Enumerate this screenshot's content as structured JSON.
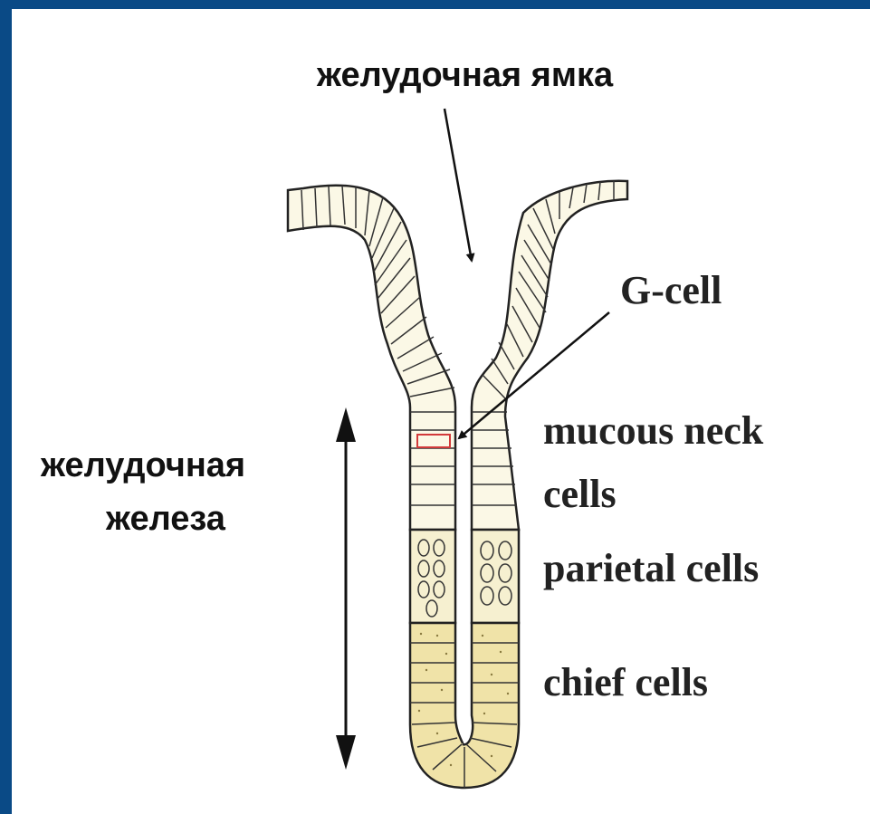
{
  "labels": {
    "pit": "желудочная ямка",
    "gland_line1": "желудочная",
    "gland_line2": "железа",
    "g_cell": "G-cell",
    "mucous_line1": "mucous neck",
    "mucous_line2": "cells",
    "parietal": "parietal cells",
    "chief": "chief cells"
  },
  "colors": {
    "border": "#0a4a86",
    "mucous_fill": "#fbf8e6",
    "parietal_fill": "#f6f0d0",
    "chief_fill": "#f0e3a8",
    "outline": "#222222",
    "g_cell_mark": "#d23a3a"
  }
}
